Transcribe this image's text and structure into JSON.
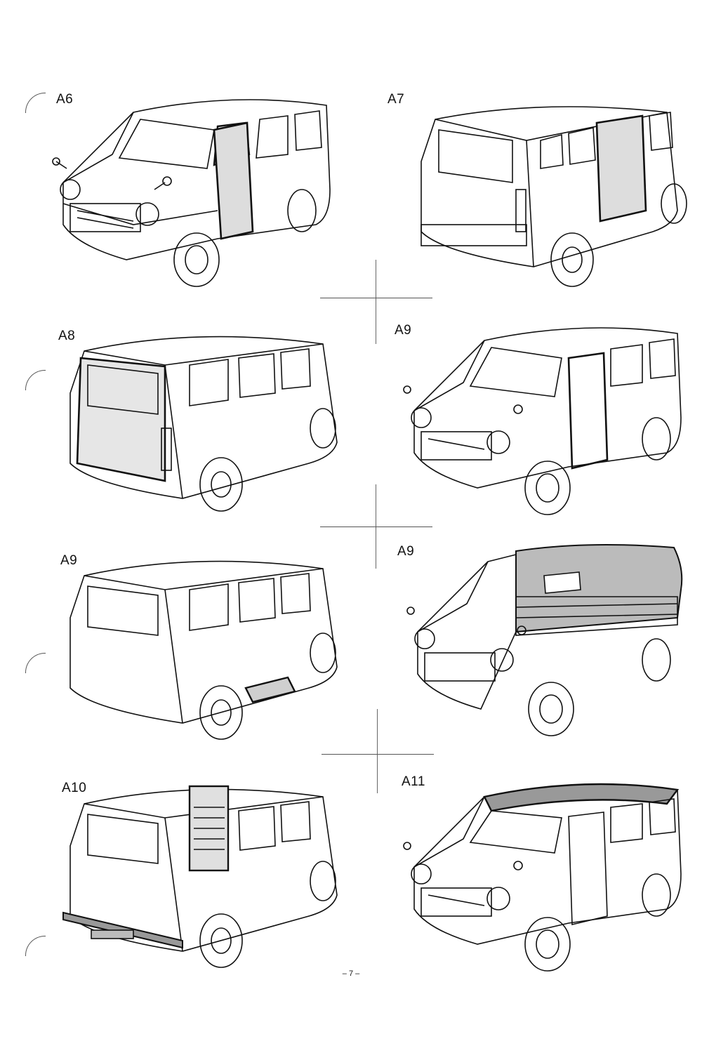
{
  "labels": {
    "a6": "A6",
    "a7": "A7",
    "a8": "A8",
    "a9_right_top": "A9",
    "a9_left": "A9",
    "a9_right_mid": "A9",
    "a10": "A10",
    "a11": "A11"
  },
  "page_number": "– 7 –",
  "figures": [
    {
      "name": "van-front-side-door",
      "icon": "van-front-view-icon"
    },
    {
      "name": "van-rear-side-door",
      "icon": "van-rear-view-icon"
    },
    {
      "name": "van-rear-door",
      "icon": "van-rear-view-icon"
    },
    {
      "name": "van-front-sliding-door",
      "icon": "van-front-view-icon"
    },
    {
      "name": "van-rear-step",
      "icon": "van-rear-view-icon"
    },
    {
      "name": "pickup-canopy",
      "icon": "pickup-front-view-icon"
    },
    {
      "name": "van-rear-ladder",
      "icon": "van-rear-view-icon"
    },
    {
      "name": "van-front-roof",
      "icon": "van-front-view-icon"
    }
  ]
}
